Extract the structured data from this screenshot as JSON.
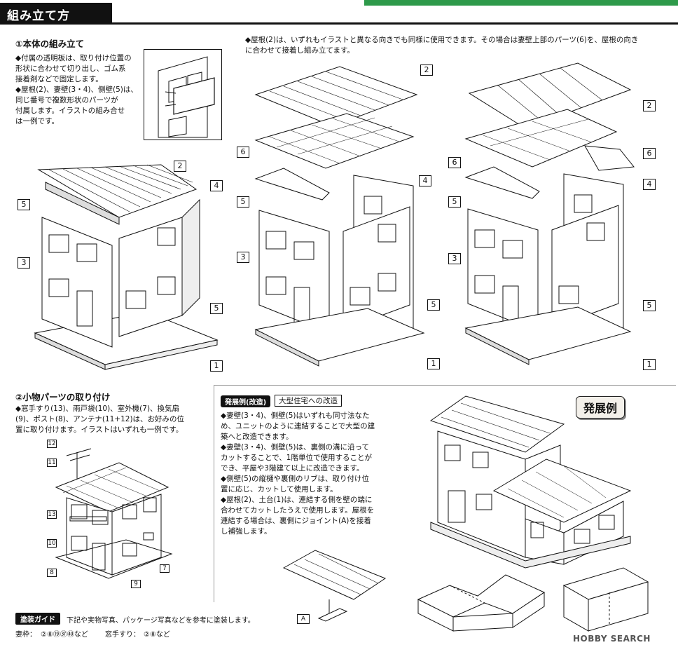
{
  "header": {
    "title": "組み立て方"
  },
  "section1": {
    "heading": "①本体の組み立て",
    "notes": [
      "◆付属の透明板は、取り付け位置の",
      "形状に合わせて切り出し、ゴム系",
      "接着剤などで固定します。",
      "◆屋根(2)、妻壁(3・4)、側壁(5)は、",
      "同じ番号で複数形状のパーツが",
      "付属します。イラストの組み合せ",
      "は一例です。"
    ]
  },
  "roof_note": [
    "◆屋根(2)は、いずれもイラストと異なる向きでも同様に使用できます。その場合は妻壁上部のパーツ(6)を、屋根の向き",
    "に合わせて接着し組み立てます。"
  ],
  "part_labels": {
    "p1": "1",
    "p2": "2",
    "p3": "3",
    "p4": "4",
    "p5": "5",
    "p6": "6",
    "p7": "7",
    "p8": "8",
    "p9": "9",
    "p10": "10",
    "p11": "11",
    "p12": "12",
    "p13": "13",
    "pA": "A"
  },
  "section2": {
    "heading": "②小物パーツの取り付け",
    "notes": [
      "◆窓手すり(13)、雨戸袋(10)、室外機(7)、換気扇",
      "(9)、ポスト(8)、アンテナ(11+12)は、お好みの位",
      "置に取り付けます。イラストはいずれも一例です。"
    ]
  },
  "development": {
    "badge": "発展例(改造)",
    "subtitle": "大型住宅への改造",
    "notes": [
      "◆妻壁(3・4)、側壁(5)はいずれも同寸法なた",
      "め、ユニットのように連結することで大型の建",
      "築へと改造できます。",
      "◆妻壁(3・4)、側壁(5)は、裏側の溝に沿って",
      "カットすることで、1階単位で使用することが",
      "でき、平屋や3階建て以上に改造できます。",
      "◆側壁(5)の縦樋や裏側のリブは、取り付け位",
      "置に応じ、カットして使用します。",
      "◆屋根(2)、土台(1)は、連結する側を壁の端に",
      "合わせてカットしたうえで使用します。屋根を",
      "連結する場合は、裏側にジョイント(A)を接着",
      "し補強します。"
    ],
    "example_label": "発展例"
  },
  "paint_guide": {
    "tab": "塗装ガイド",
    "text": "下記や実物写真、パッケージ写真などを参考に塗装します。",
    "wall_label": "妻枠：",
    "wall_codes": "②⑧⑲㊲㊵など",
    "rail_label": "窓手すり：",
    "rail_codes": "②⑧など"
  },
  "watermark": "HOBBY SEARCH",
  "colors": {
    "accent_green": "#2e9a4a",
    "ink": "#111111"
  }
}
